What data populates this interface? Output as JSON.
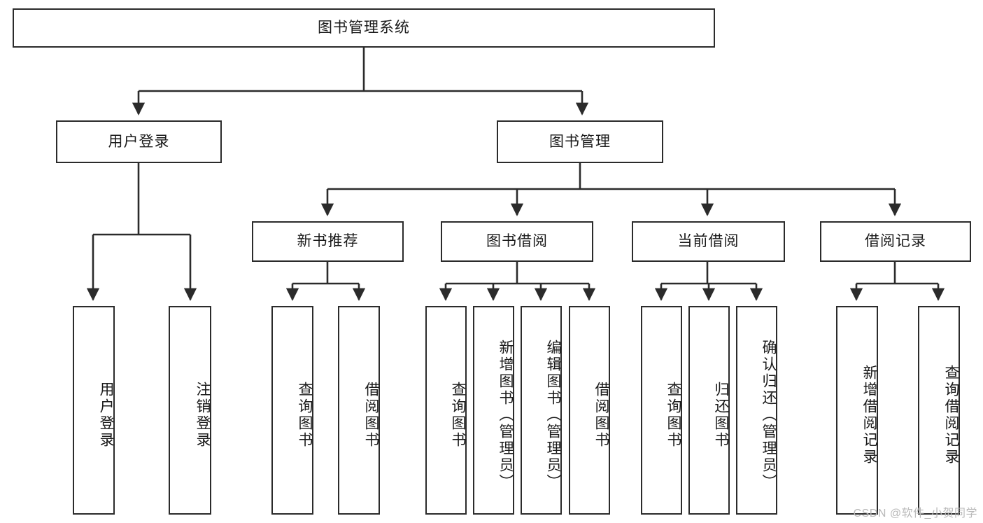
{
  "diagram": {
    "title": "图书管理系统",
    "type": "tree",
    "watermark": "CSDN @软件_小贺同学",
    "colors": {
      "box_border": "#2b2b2b",
      "box_fill": "#ffffff",
      "edge": "#2b2b2b",
      "text": "#1a1a1a",
      "watermark": "#b9b9b9",
      "background": "#ffffff"
    }
  },
  "nodes": {
    "root": {
      "label": "图书管理系统",
      "level": 1,
      "orientation": "horizontal"
    },
    "l2": [
      {
        "id": "user-login",
        "label": "用户登录",
        "level": 2,
        "orientation": "horizontal"
      },
      {
        "id": "book-manage",
        "label": "图书管理",
        "level": 2,
        "orientation": "horizontal"
      }
    ],
    "l3": [
      {
        "id": "new-book-recommend",
        "label": "新书推荐",
        "level": 3,
        "orientation": "horizontal",
        "parent": "book-manage"
      },
      {
        "id": "book-borrow",
        "label": "图书借阅",
        "level": 3,
        "orientation": "horizontal",
        "parent": "book-manage"
      },
      {
        "id": "current-borrow",
        "label": "当前借阅",
        "level": 3,
        "orientation": "horizontal",
        "parent": "book-manage"
      },
      {
        "id": "borrow-record",
        "label": "借阅记录",
        "level": 3,
        "orientation": "horizontal",
        "parent": "book-manage"
      }
    ],
    "leaves": [
      {
        "id": "leaf-user-login",
        "label": "用户登录",
        "parent": "user-login",
        "orientation": "vertical"
      },
      {
        "id": "leaf-user-logout",
        "label": "注销登录",
        "parent": "user-login",
        "orientation": "vertical"
      },
      {
        "id": "leaf-query-book-1",
        "label": "查询图书",
        "parent": "new-book-recommend",
        "orientation": "vertical"
      },
      {
        "id": "leaf-borrow-book-1",
        "label": "借阅图书",
        "parent": "new-book-recommend",
        "orientation": "vertical"
      },
      {
        "id": "leaf-query-book-2",
        "label": "查询图书",
        "parent": "book-borrow",
        "orientation": "vertical"
      },
      {
        "id": "leaf-add-book",
        "label": "新增图书（管理员）",
        "parent": "book-borrow",
        "orientation": "vertical"
      },
      {
        "id": "leaf-edit-book",
        "label": "编辑图书（管理员）",
        "parent": "book-borrow",
        "orientation": "vertical"
      },
      {
        "id": "leaf-borrow-book-2",
        "label": "借阅图书",
        "parent": "book-borrow",
        "orientation": "vertical"
      },
      {
        "id": "leaf-query-book-3",
        "label": "查询图书",
        "parent": "current-borrow",
        "orientation": "vertical"
      },
      {
        "id": "leaf-return-book",
        "label": "归还图书",
        "parent": "current-borrow",
        "orientation": "vertical"
      },
      {
        "id": "leaf-confirm-return",
        "label": "确认归还（管理员）",
        "parent": "current-borrow",
        "orientation": "vertical"
      },
      {
        "id": "leaf-add-record",
        "label": "新增借阅记录",
        "parent": "borrow-record",
        "orientation": "vertical"
      },
      {
        "id": "leaf-query-record",
        "label": "查询借阅记录",
        "parent": "borrow-record",
        "orientation": "vertical"
      }
    ]
  }
}
